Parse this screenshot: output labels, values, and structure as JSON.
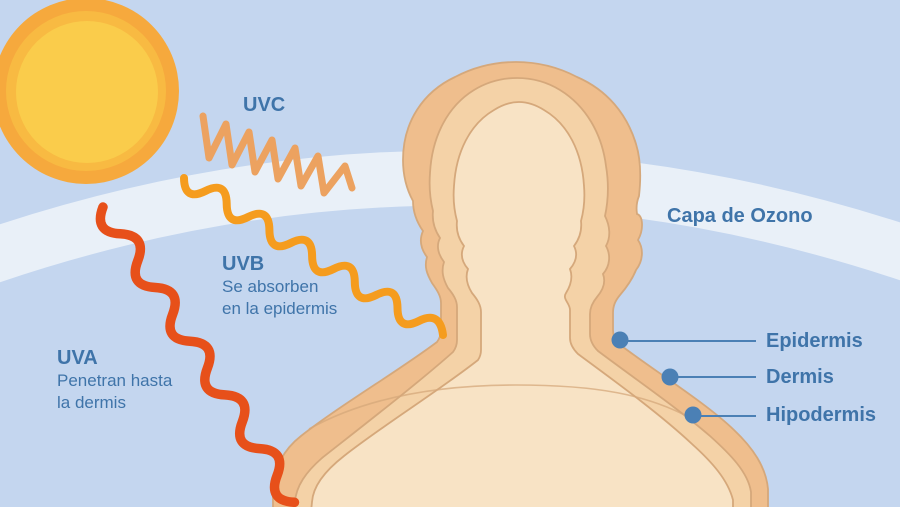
{
  "palette": {
    "background": "#C4D6EF",
    "ozone_band": "#E9F0F8",
    "sun_outer": "#F6A93D",
    "sun_mid": "#F8BA42",
    "sun_inner": "#FACC4B",
    "uvc_ray": "#ECA260",
    "uvb_ray": "#F59C1E",
    "uva_ray": "#E7501A",
    "epidermis_layer": "#EFBE8D",
    "dermis_layer": "#F4D2A7",
    "hypodermis_layer": "#F8E3C5",
    "layer_stroke": "#D5A87B",
    "label_blue": "#3F74A9",
    "callout_blue": "#4B80B5"
  },
  "labels": {
    "uvc": {
      "title": "UVC"
    },
    "uvb": {
      "title": "UVB",
      "line1": "Se absorben",
      "line2": "en la epidermis"
    },
    "uva": {
      "title": "UVA",
      "line1": "Penetran hasta",
      "line2": "la dermis"
    },
    "ozone": "Capa de Ozono",
    "skin": [
      "Epidermis",
      "Dermis",
      "Hipodermis"
    ]
  }
}
